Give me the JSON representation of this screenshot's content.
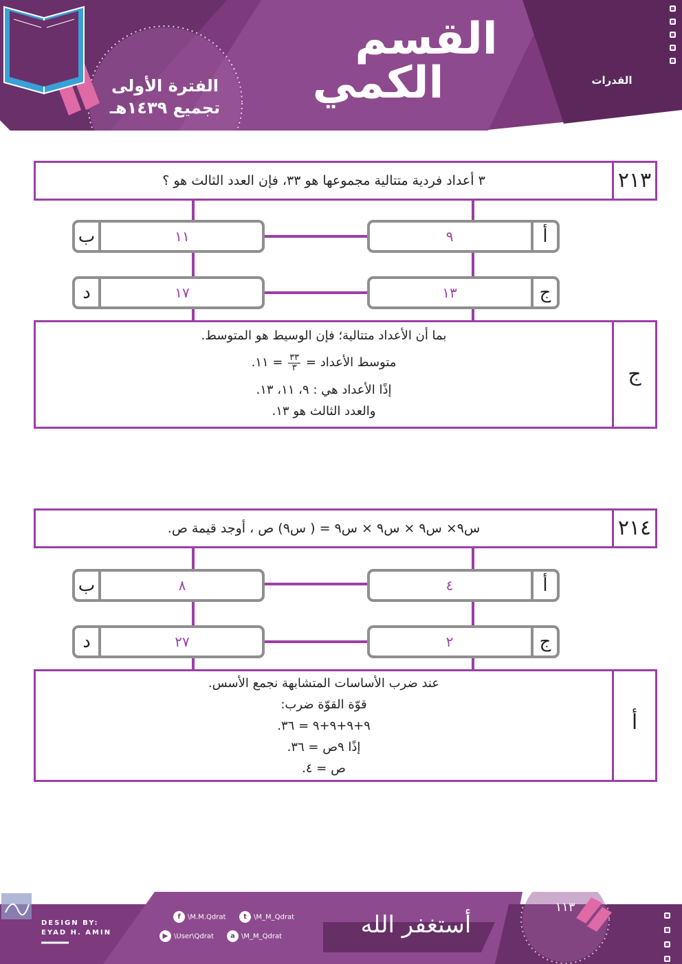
{
  "header": {
    "title_line1": "القسم",
    "title_line2": "الكمي",
    "period": "الفترة الأولى",
    "collection": "تجميع ١٤٣٩هـ",
    "logo_text": "القدرات",
    "colors": {
      "primary": "#7d3a7d",
      "dark": "#5c285c",
      "accent": "#e06aa6"
    }
  },
  "questions": [
    {
      "number": "٢١٣",
      "text": "٣ أعداد فردية متتالية مجموعها هو ٣٣، فإن العدد الثالث هو ؟",
      "options": [
        {
          "letter": "أ",
          "value": "٩"
        },
        {
          "letter": "ب",
          "value": "١١"
        },
        {
          "letter": "ج",
          "value": "١٣"
        },
        {
          "letter": "د",
          "value": "١٧"
        }
      ],
      "answer_letter": "ج",
      "solution": {
        "line1": "بما أن الأعداد متتالية؛ فإن الوسيط هو المتوسط.",
        "line2_prefix": "متوسط الأعداد =",
        "frac_num": "٣٣",
        "frac_den": "٣",
        "line2_suffix": "= ١١.",
        "line3": "إذًا الأعداد هي : ٩، ١١، ١٣.",
        "line4": "والعدد الثالث هو ١٣."
      }
    },
    {
      "number": "٢١٤",
      "text": "س٩× س٩ × س٩ × س٩ = ( س٩) ص ، أوجد قيمة ص.",
      "options": [
        {
          "letter": "أ",
          "value": "٤"
        },
        {
          "letter": "ب",
          "value": "٨"
        },
        {
          "letter": "ج",
          "value": "٢"
        },
        {
          "letter": "د",
          "value": "٢٧"
        }
      ],
      "answer_letter": "أ",
      "solution": {
        "line1": "عند ضرب الأساسات المتشابهة نجمع الأسس.",
        "line2": "قوّة القوّة ضرب:",
        "line3": "٩+٩+٩+٩ = ٣٦.",
        "line4": "إذًا ٩ص = ٣٦.",
        "line5": "ص = ٤."
      }
    }
  ],
  "footer": {
    "design_by": "DESIGN BY:",
    "designer": "EYAD H. AMIN",
    "page_number": "١١٣",
    "calligraphy": "أستغفر الله",
    "social": [
      {
        "icon": "facebook-icon",
        "glyph": "f",
        "handle": "\\M.M.Qdrat"
      },
      {
        "icon": "twitter-icon",
        "glyph": "t",
        "handle": "\\M_M_Qdrat"
      },
      {
        "icon": "youtube-icon",
        "glyph": "▶",
        "handle": "\\User\\Qdrat"
      },
      {
        "icon": "snapchat-icon",
        "glyph": "a",
        "handle": "\\M_M_Qdrat"
      }
    ]
  }
}
